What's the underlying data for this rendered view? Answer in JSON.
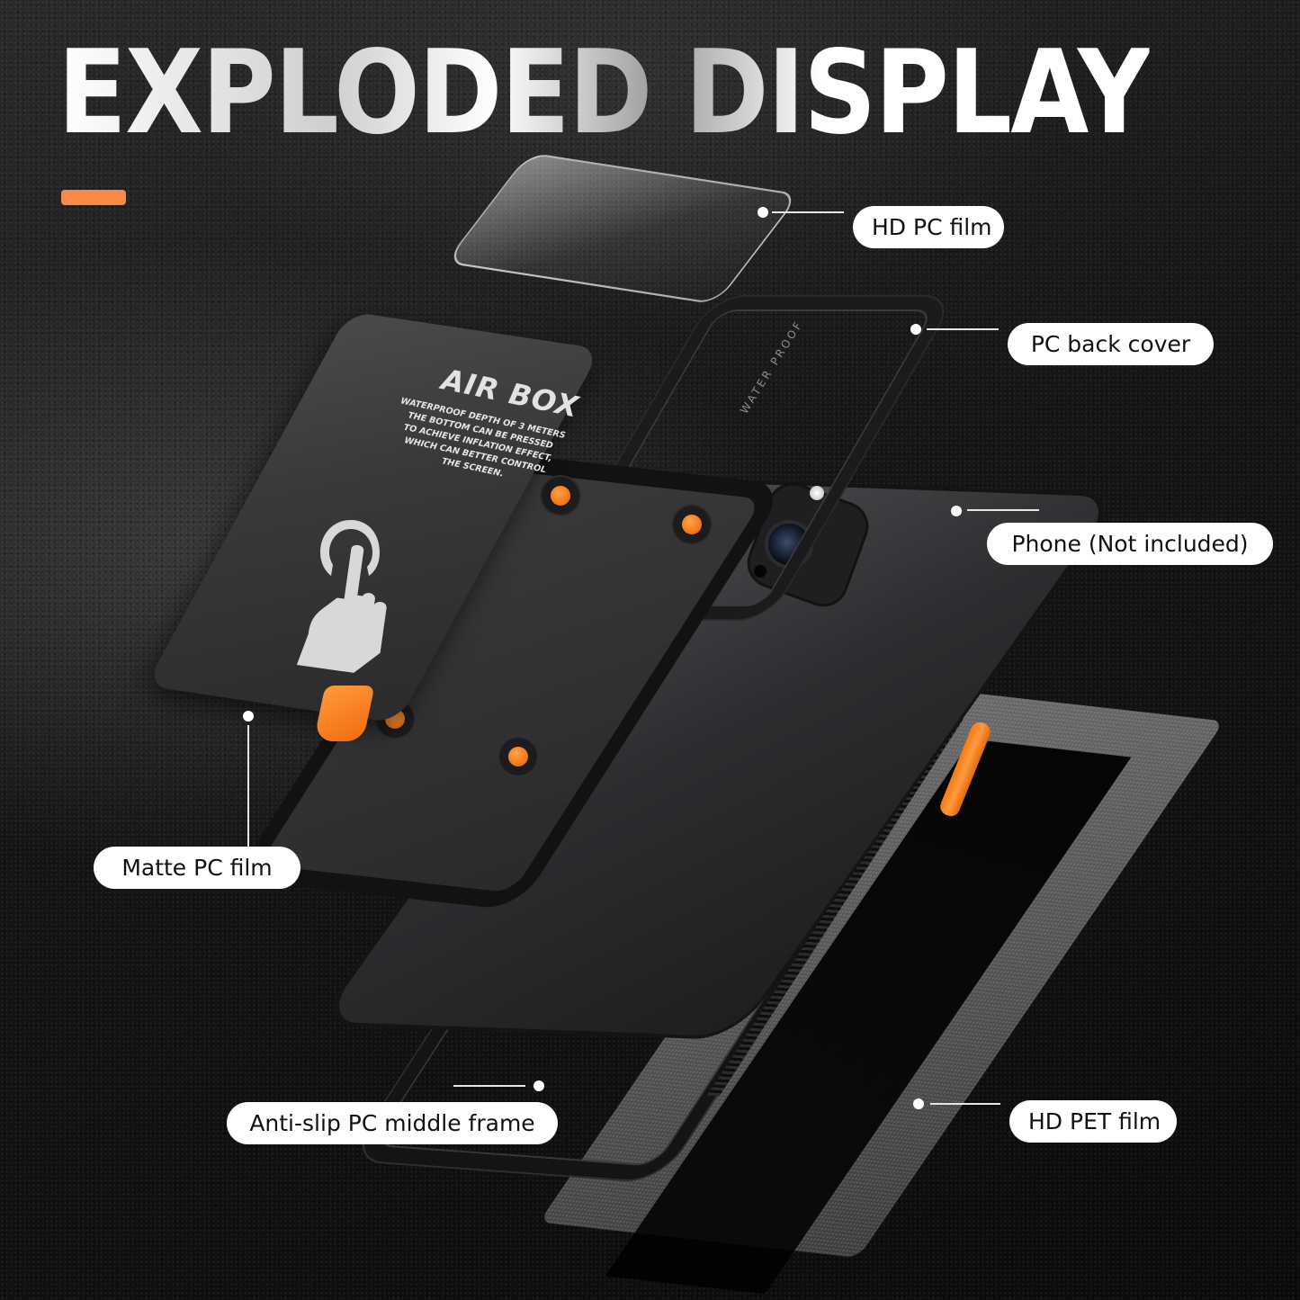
{
  "header": {
    "title": "EXPLODED DISPLAY",
    "accent_color": "#F98A45"
  },
  "product": {
    "air_box_card": {
      "title": "AIR BOX",
      "lines": [
        "WATERPROOF DEPTH OF 3 METERS",
        "THE BOTTOM CAN BE PRESSED",
        "TO ACHIEVE INFLATION EFFECT,",
        "WHICH CAN BETTER CONTROL",
        "THE SCREEN."
      ],
      "icon": "hand-tap-icon"
    },
    "frame_engraving": "WATER PROOF",
    "button_color": "#F47B16"
  },
  "callouts": [
    {
      "id": "hd-pc-film",
      "label": "HD PC film"
    },
    {
      "id": "pc-back-cover",
      "label": "PC back cover"
    },
    {
      "id": "phone",
      "label": "Phone (Not included)"
    },
    {
      "id": "matte-pc-film",
      "label": "Matte PC film"
    },
    {
      "id": "anti-slip-frame",
      "label": "Anti-slip PC middle frame"
    },
    {
      "id": "hd-pet-film",
      "label": "HD PET film"
    }
  ]
}
